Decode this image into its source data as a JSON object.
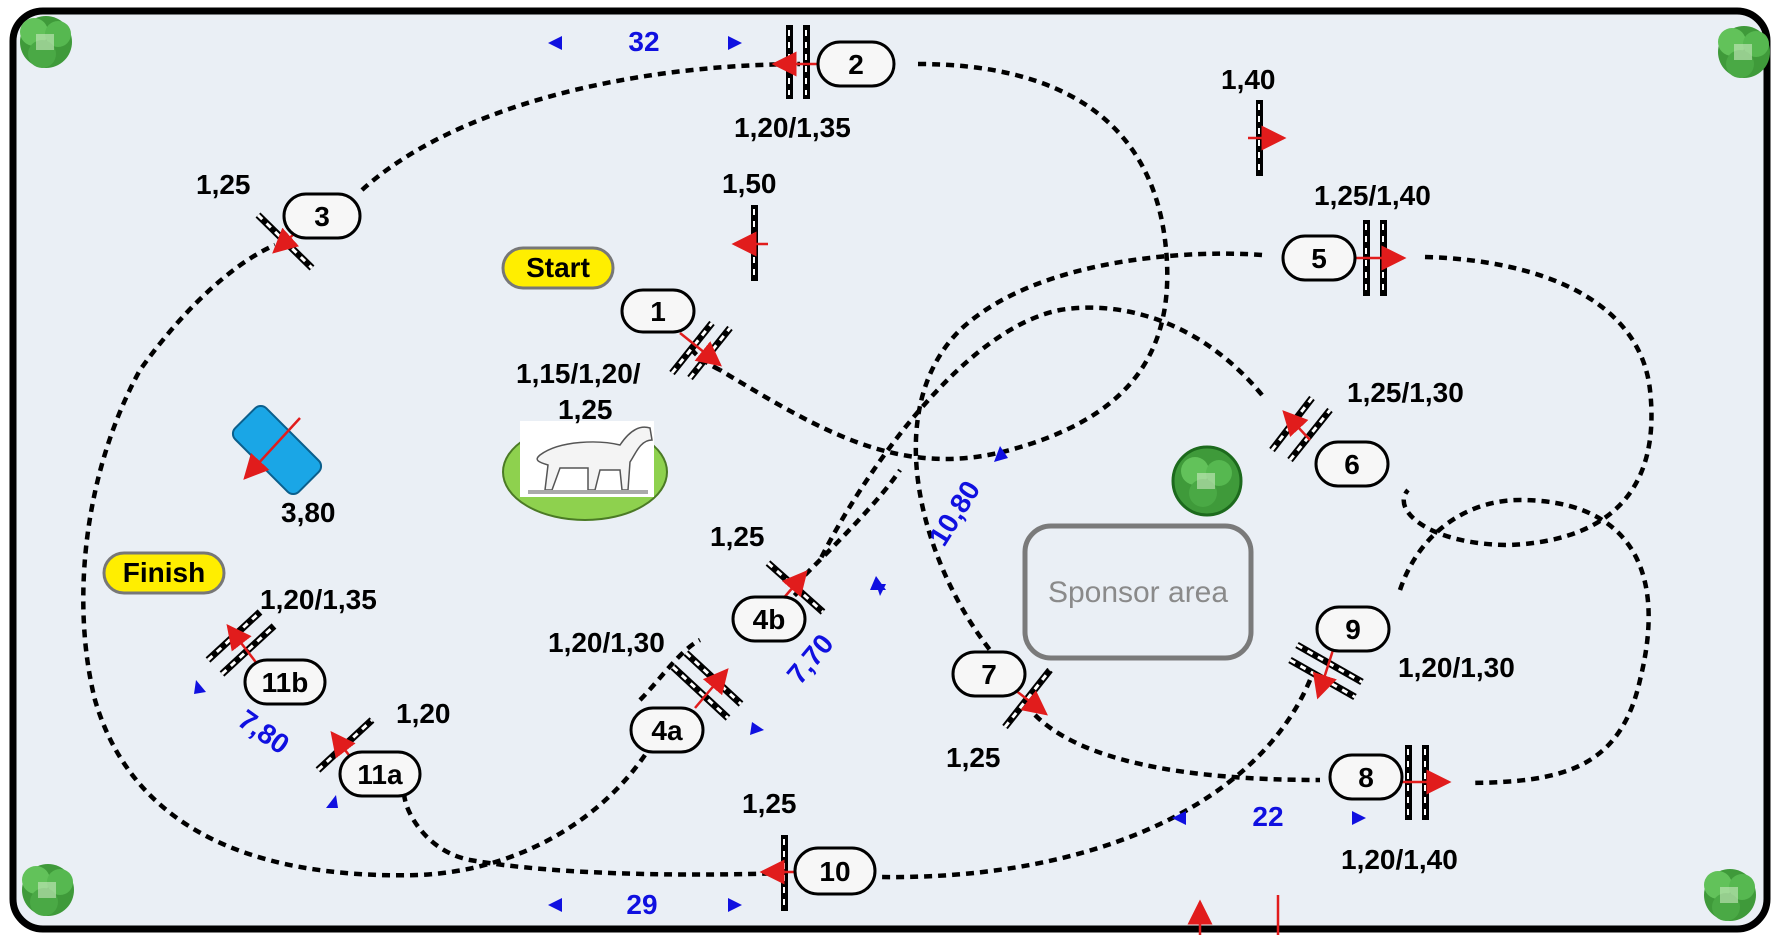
{
  "course": {
    "start_label": "Start",
    "finish_label": "Finish",
    "sponsor_label": "Sponsor area",
    "jumps": [
      {
        "id": "1",
        "height": "1,15/1,20/",
        "height2": "1,25"
      },
      {
        "id": "2",
        "height": "1,20/1,35"
      },
      {
        "id": "3",
        "height": "1,25"
      },
      {
        "id": "4a",
        "height": "1,20/1,30"
      },
      {
        "id": "4b",
        "height": "1,25"
      },
      {
        "id": "5",
        "height": "1,25/1,40"
      },
      {
        "id": "6",
        "height": "1,25/1,30"
      },
      {
        "id": "7",
        "height": "1,25"
      },
      {
        "id": "8",
        "height": "1,20/1,40"
      },
      {
        "id": "9",
        "height": "1,20/1,30"
      },
      {
        "id": "10",
        "height": "1,25"
      },
      {
        "id": "11a",
        "height": "1,20"
      },
      {
        "id": "11b",
        "height": "1,20/1,35"
      }
    ],
    "extra_heights": {
      "practice_top": "1,40",
      "practice_mid": "1,50",
      "water": "3,80"
    },
    "distances": {
      "top": "32",
      "bottom": "29",
      "right_bottom": "22",
      "diag_center": "10,80",
      "comb_4": "7,70",
      "comb_11": "7,80"
    }
  },
  "colors": {
    "background": "#eaeff5",
    "border": "#000000",
    "label_yellow": "#ffee00",
    "water": "#1aa6e6",
    "grass": "#8ed14e",
    "distance_blue": "#1010e0",
    "flag_red": "#e11c1c"
  },
  "icons": [
    "tree-icon",
    "horse-icon",
    "arrow-icon"
  ]
}
